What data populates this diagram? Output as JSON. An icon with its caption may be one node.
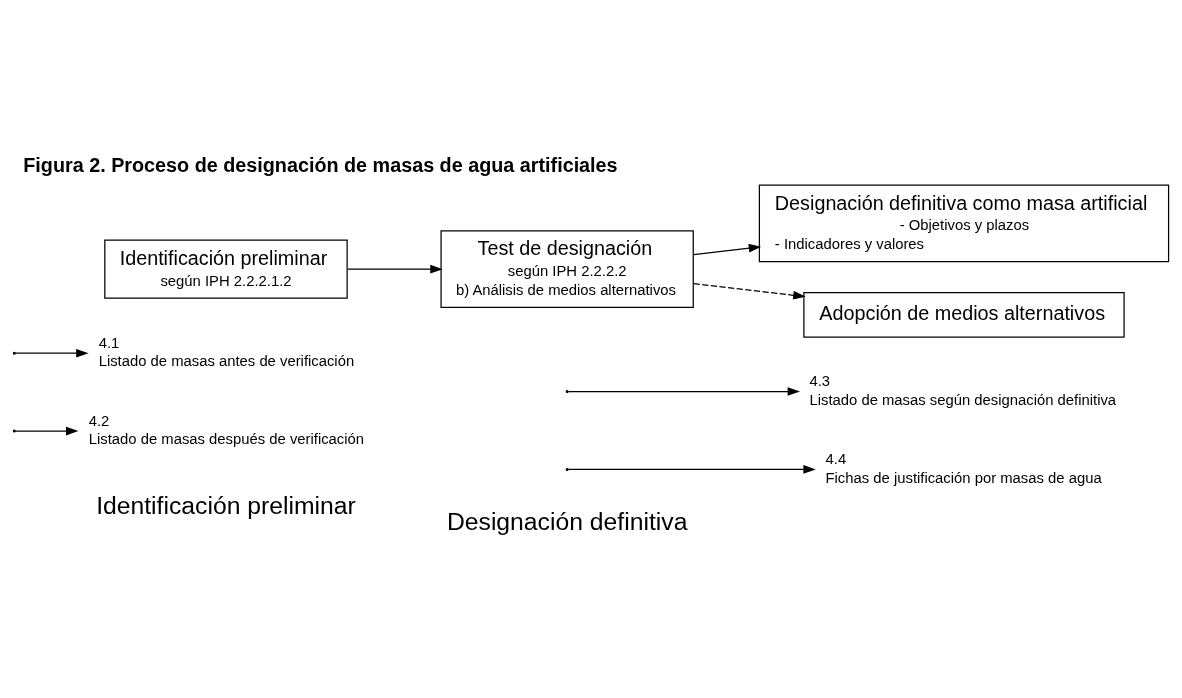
{
  "diagram": {
    "title": "Figura 2. Proceso de designación de masas de agua artificiales",
    "nodes": [
      {
        "text": [
          "Identificación preliminar",
          "según IPH 2.2.2.1.2"
        ]
      },
      {
        "text": [
          "Test de designación",
          "según IPH 2.2.2.2",
          "b) Análisis de medios alternativos"
        ]
      },
      {
        "text": [
          "Designación definitiva como masa artificial",
          "- Objetivos y plazos",
          "- Indicadores y valores"
        ]
      },
      {
        "text": [
          "Adopción de medios alternativos"
        ]
      },
      {
        "text": [
          "4.1",
          "Listado de masas antes de verificación"
        ]
      },
      {
        "text": [
          "4.2",
          "Listado de masas después de verificación"
        ]
      },
      {
        "text": [
          "4.3",
          "Listado de masas según designación definitiva"
        ]
      },
      {
        "text": [
          "4.4",
          "Fichas de justificación por masas de agua"
        ]
      }
    ],
    "edges": [
      {
        "from": 0,
        "to": 1,
        "arrow": "to"
      },
      {
        "from": 1,
        "to": 2,
        "arrow": "to"
      },
      {
        "from": 1,
        "to": 3,
        "arrow": "to",
        "style": "dashed"
      },
      {
        "from": null,
        "to": 4,
        "arrow": "to"
      },
      {
        "from": null,
        "to": 5,
        "arrow": "to"
      },
      {
        "from": null,
        "to": 6,
        "arrow": "to"
      },
      {
        "from": null,
        "to": 7,
        "arrow": "to"
      }
    ],
    "labels": [
      "Identificación preliminar",
      "Designación definitiva"
    ]
  }
}
